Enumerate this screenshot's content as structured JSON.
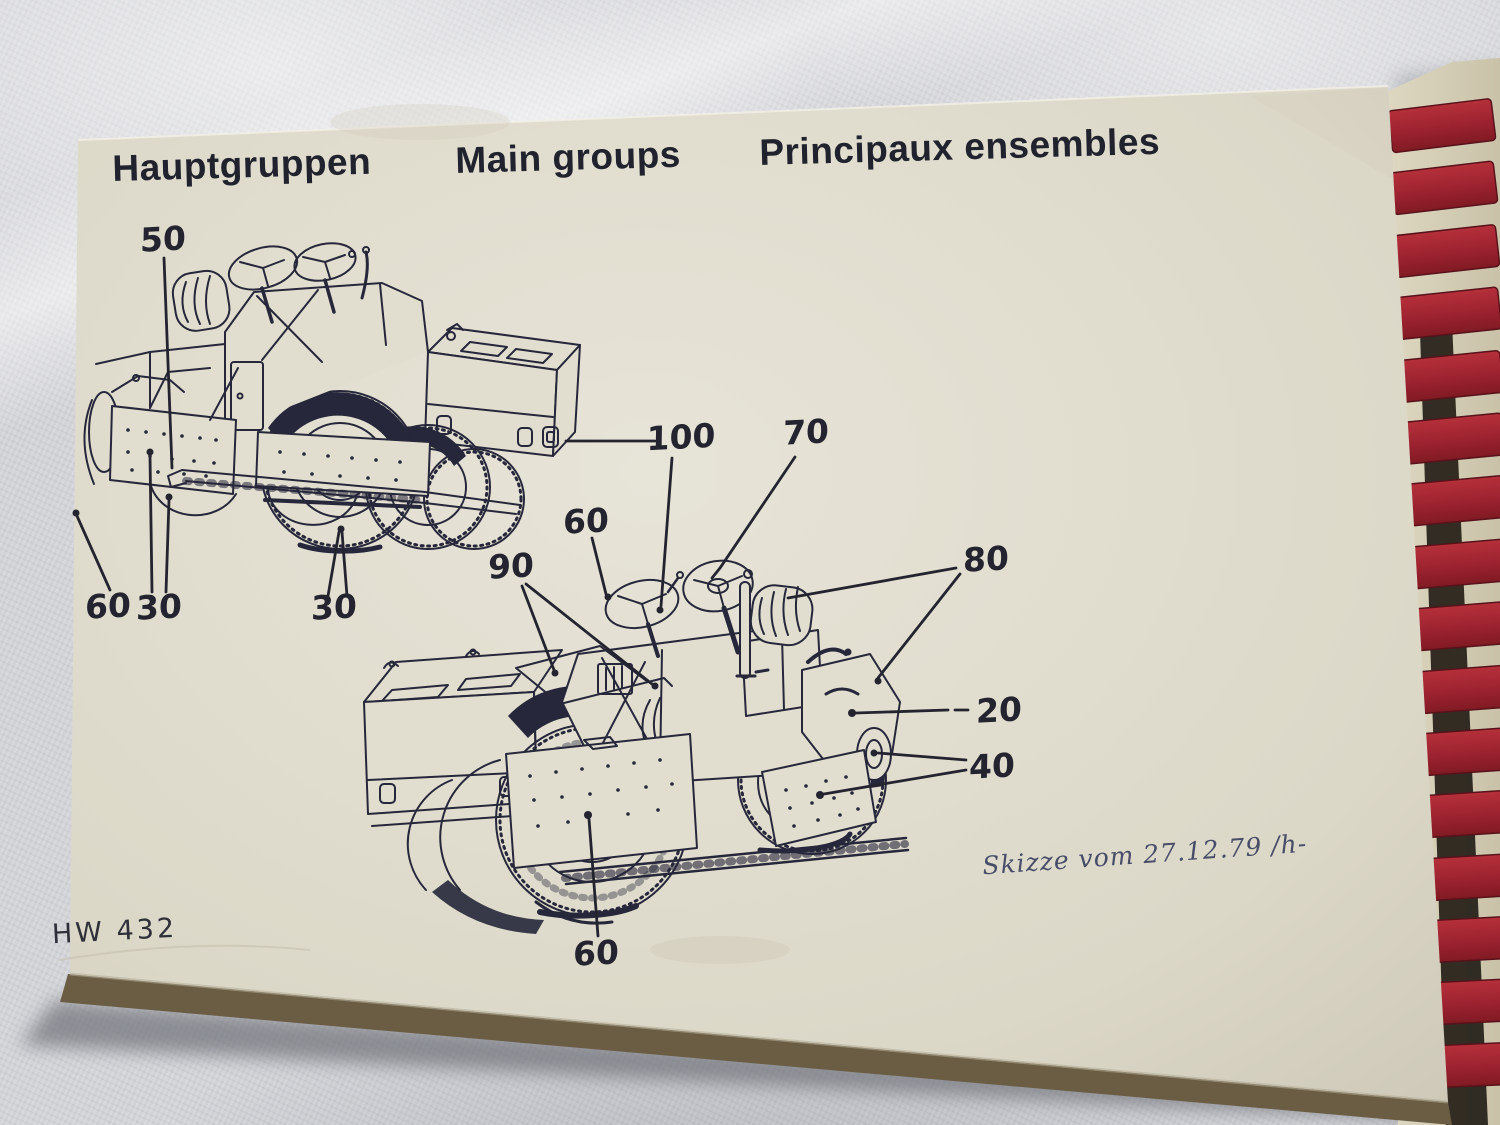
{
  "page": {
    "titles": {
      "de": "Hauptgruppen",
      "en": "Main groups",
      "fr": "Principaux ensembles"
    },
    "callouts": [
      {
        "label": "50"
      },
      {
        "label": "60"
      },
      {
        "label": "30"
      },
      {
        "label": "30"
      },
      {
        "label": "100"
      },
      {
        "label": "70"
      },
      {
        "label": "60"
      },
      {
        "label": "90"
      },
      {
        "label": "80"
      },
      {
        "label": "20"
      },
      {
        "label": "40"
      },
      {
        "label": "60"
      }
    ],
    "handwritten_note": "Skizze vom 27.12.79 /h-",
    "doc_code": "HW 432"
  },
  "binding": {
    "type": "red plastic comb binding",
    "tab_count": 16,
    "tab_color": "#a3242e"
  },
  "colors": {
    "paper": "#e0ddd0",
    "ink": "#26273a",
    "board_edge": "#6a5d43",
    "fabric": "#d2d3d7"
  }
}
